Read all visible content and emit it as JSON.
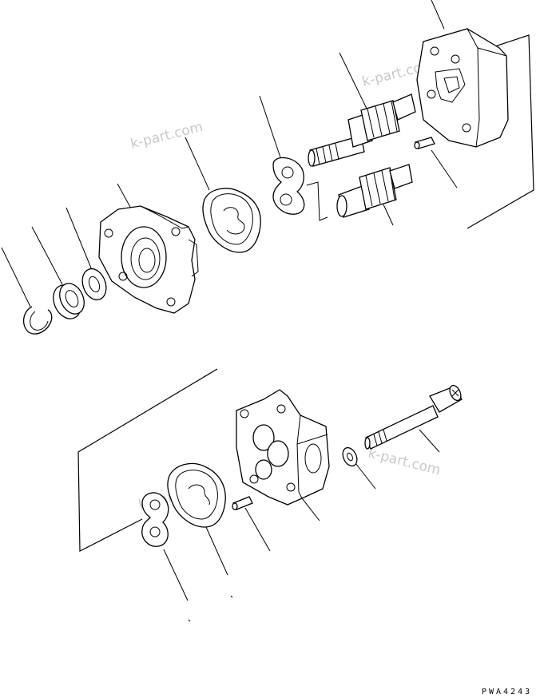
{
  "diagram": {
    "drawing_code": "PWA4243",
    "watermarks": [
      "k-part.com",
      "k-part.com",
      "k-part.com",
      "k-part.com"
    ]
  }
}
